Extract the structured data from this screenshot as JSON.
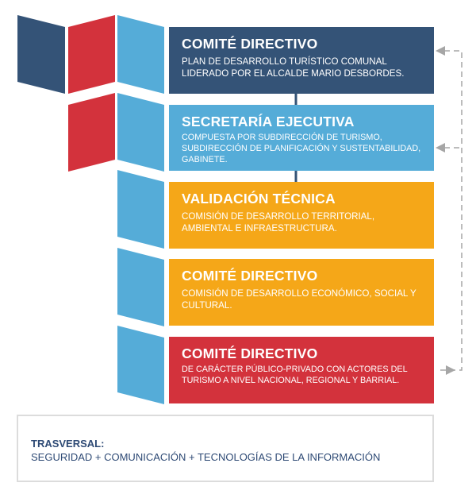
{
  "colors": {
    "dark_blue": "#345377",
    "red": "#d3323c",
    "light_blue": "#55acd8",
    "orange": "#f5a718",
    "arrow_gray": "#a6a6a6"
  },
  "boxes": [
    {
      "title": "COMITÉ DIRECTIVO",
      "text": "PLAN DE DESARROLLO TURÍSTICO COMUNAL LIDERADO POR EL ALCALDE MARIO DESBORDES."
    },
    {
      "title": "SECRETARÍA EJECUTIVA",
      "text": "COMPUESTA POR SUBDIRECCIÓN DE TURISMO, SUBDIRECCIÓN DE PLANIFICACIÓN Y SUSTENTABILIDAD, GABINETE."
    },
    {
      "title": "VALIDACIÓN TÉCNICA",
      "text": "COMISIÓN DE DESARROLLO TERRITORIAL, AMBIENTAL E INFRAESTRUCTURA."
    },
    {
      "title": "COMITÉ DIRECTIVO",
      "text": "COMISIÓN DE DESARROLLO ECONÓMICO, SOCIAL Y CULTURAL."
    },
    {
      "title": "COMITÉ DIRECTIVO",
      "text": "DE CARÁCTER PÚBLICO-PRIVADO CON ACTORES DEL TURISMO A NIVEL NACIONAL, REGIONAL Y BARRIAL."
    }
  ],
  "transversal": {
    "title": "TRASVERSAL:",
    "text": "SEGURIDAD + COMUNICACIÓN + TECNOLOGÍAS DE LA INFORMACIÓN"
  }
}
